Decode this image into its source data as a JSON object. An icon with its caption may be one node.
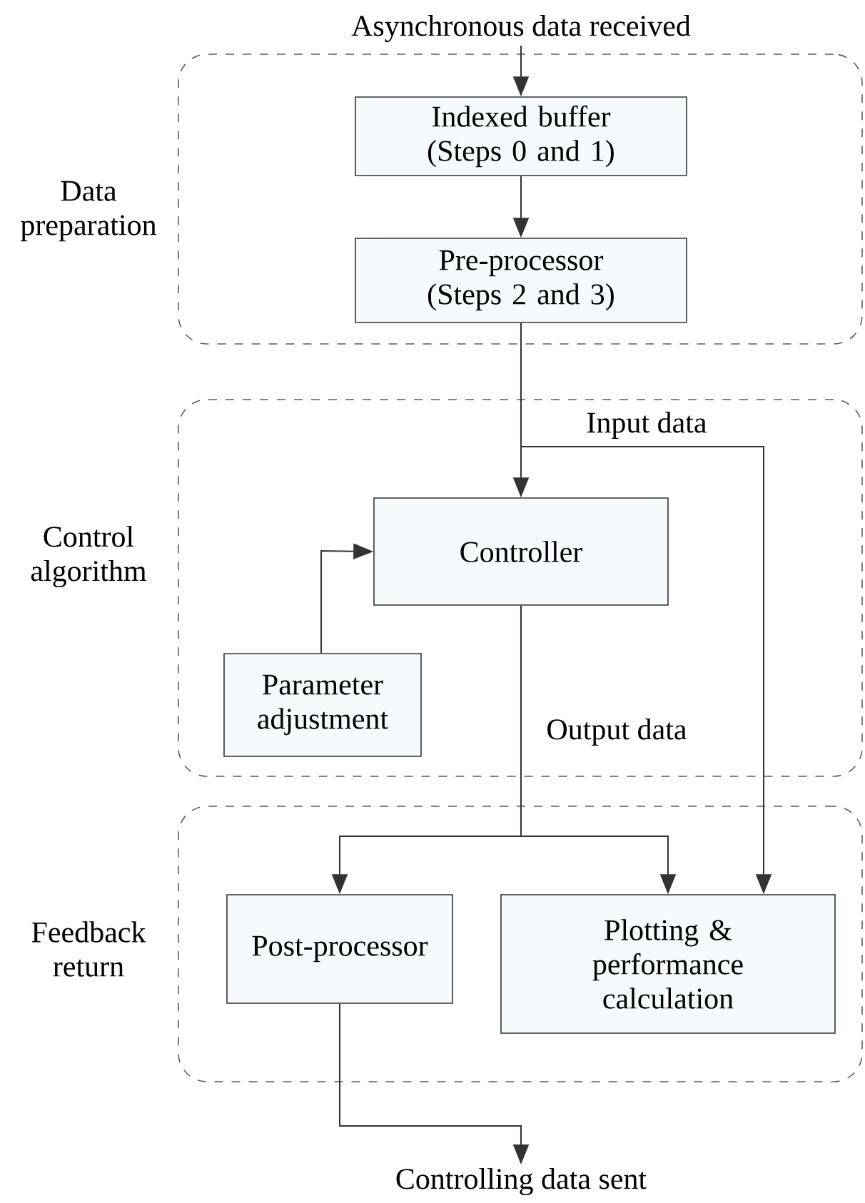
{
  "diagram": {
    "nodes": [
      {
        "text": [
          "Data preparation"
        ]
      },
      {
        "text": [
          "Control algorithm"
        ]
      },
      {
        "text": [
          "Feedback return"
        ]
      },
      {
        "text": [
          "Asynchronous data received"
        ]
      },
      {
        "text": [
          "Indexed buffer (Steps 0 and 1)"
        ],
        "in": 0
      },
      {
        "text": [
          "Pre-processor (Steps 2 and 3)"
        ],
        "in": 0
      },
      {
        "text": [
          "Controller"
        ],
        "in": 1
      },
      {
        "text": [
          "Parameter adjustment"
        ],
        "in": 1
      },
      {
        "text": [
          "Post-processor"
        ],
        "in": 2
      },
      {
        "text": [
          "Plotting & performance calculation"
        ],
        "in": 2
      },
      {
        "text": [
          "Controlling data sent"
        ]
      }
    ],
    "edges": [
      {
        "from": 3,
        "to": 4,
        "arrow": "to"
      },
      {
        "from": 4,
        "to": 5,
        "arrow": "to"
      },
      {
        "from": 5,
        "to": 6,
        "arrow": "to"
      },
      {
        "from": 5,
        "to": 9,
        "arrow": "to",
        "label": "Input data"
      },
      {
        "from": 7,
        "to": 6,
        "arrow": "to"
      },
      {
        "from": 6,
        "to": 8,
        "arrow": "to",
        "label": "Output data"
      },
      {
        "from": 6,
        "to": 9,
        "arrow": "to"
      },
      {
        "from": 8,
        "to": 10,
        "arrow": "to"
      }
    ]
  }
}
